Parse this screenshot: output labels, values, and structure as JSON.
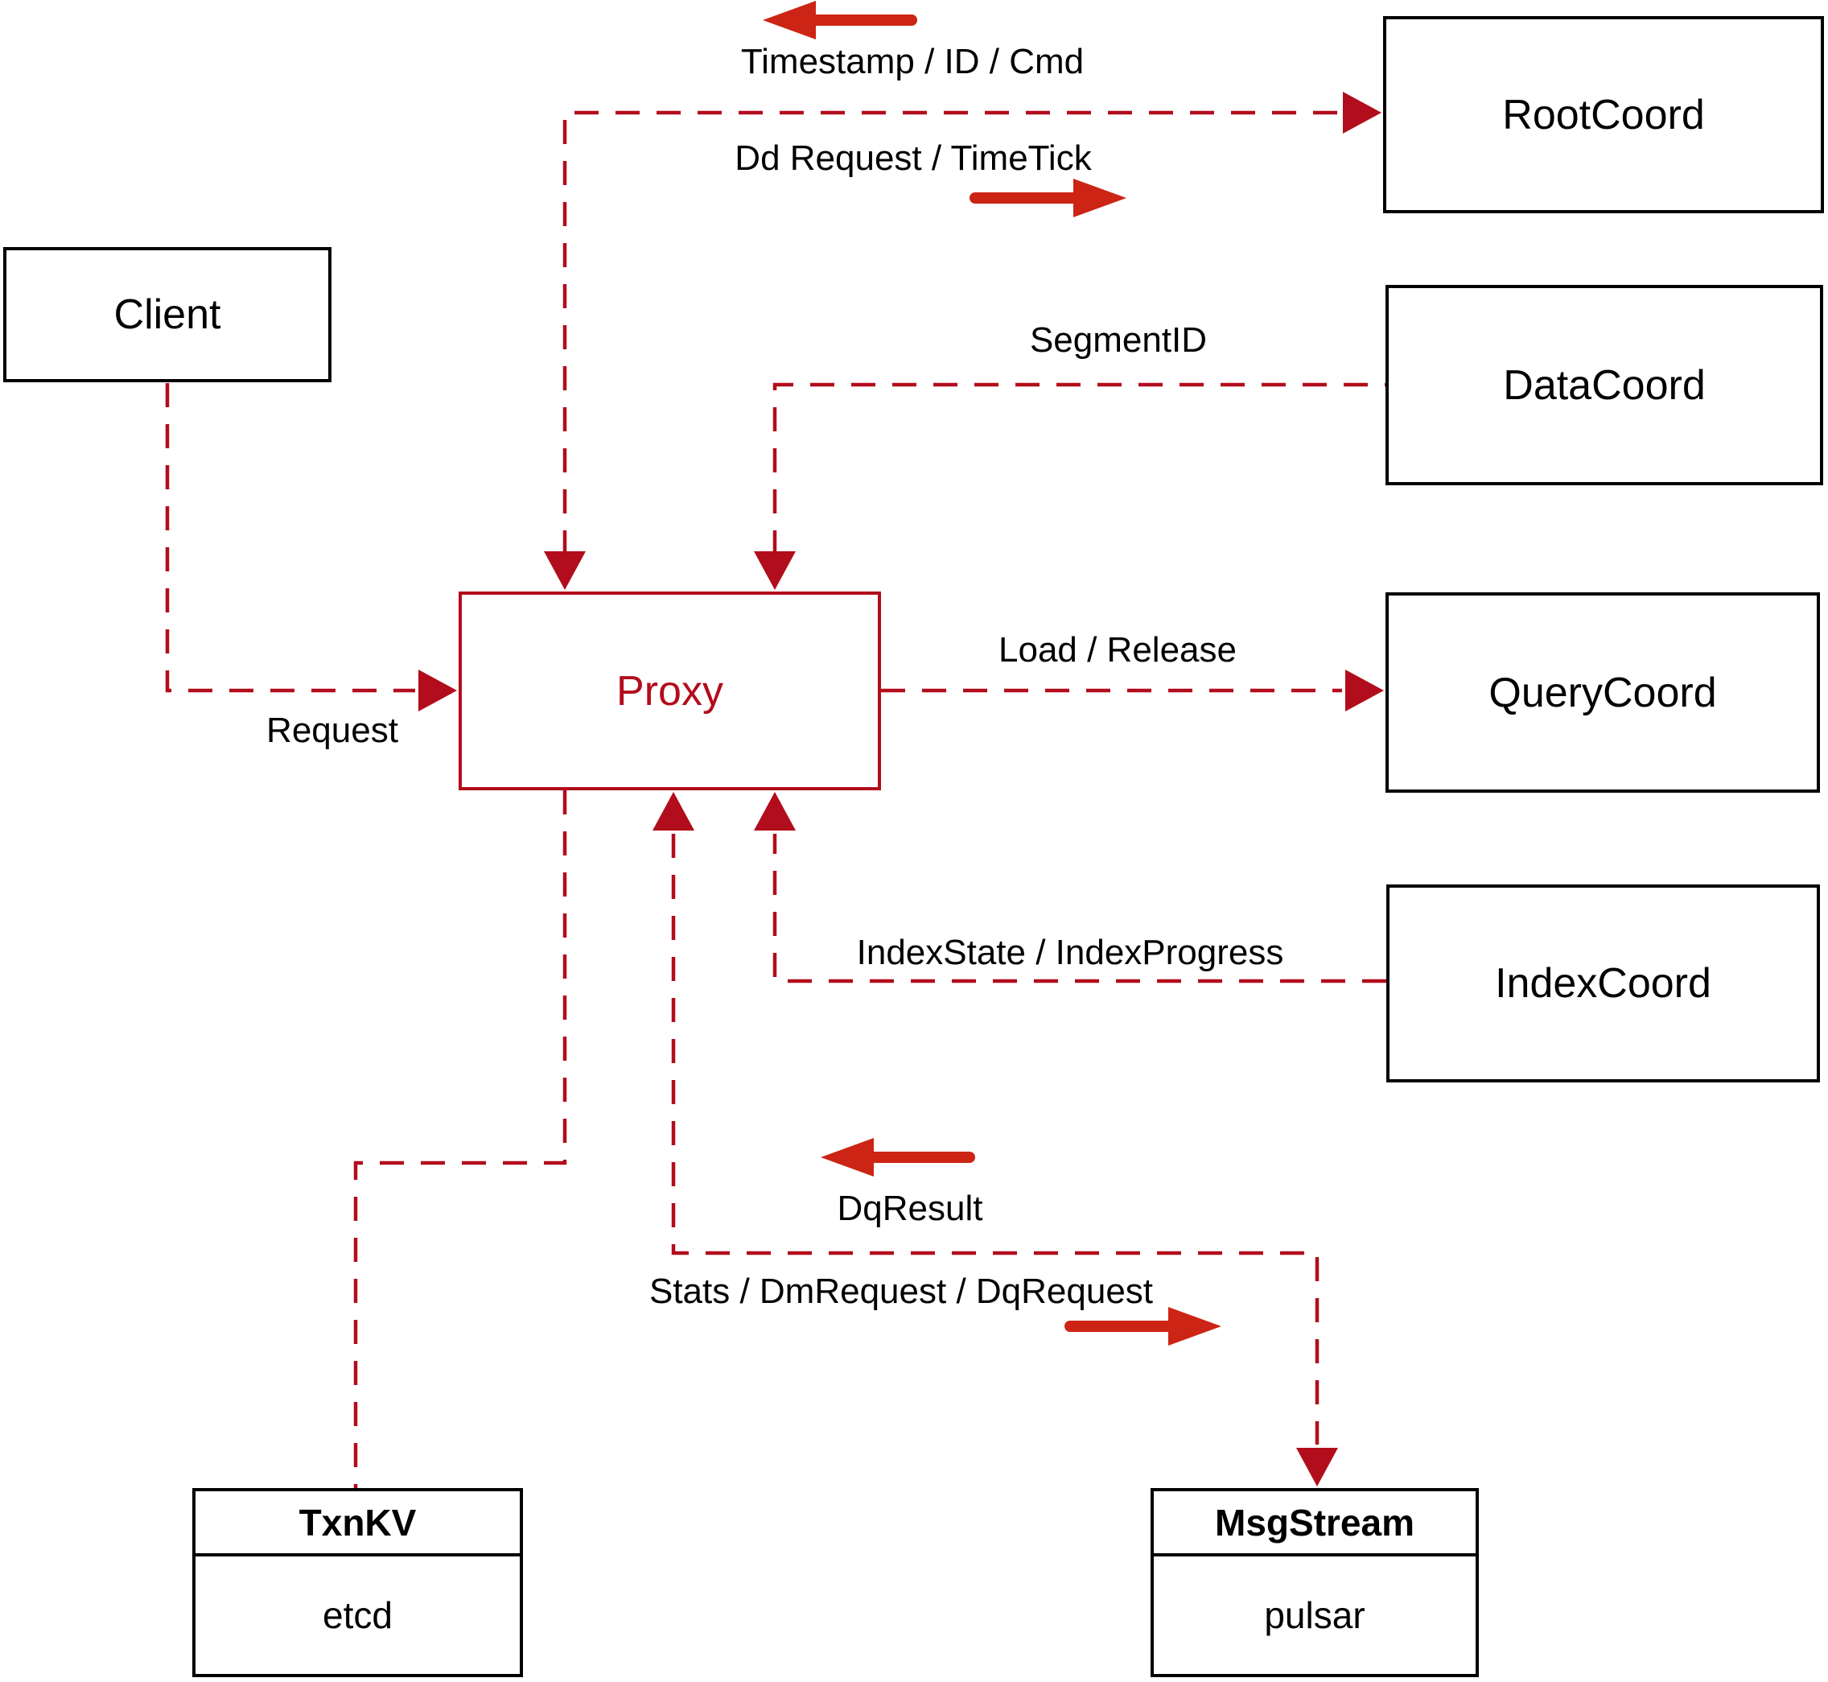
{
  "colors": {
    "background": "#ffffff",
    "box_border": "#000000",
    "box_text": "#000000",
    "connector_red": "#b20d1c",
    "proxy_red": "#b20d1c",
    "arrow_red": "#cc2415"
  },
  "nodes": {
    "client": {
      "label": "Client"
    },
    "proxy": {
      "label": "Proxy"
    },
    "root_coord": {
      "label": "RootCoord"
    },
    "data_coord": {
      "label": "DataCoord"
    },
    "query_coord": {
      "label": "QueryCoord"
    },
    "index_coord": {
      "label": "IndexCoord"
    },
    "txn_kv": {
      "title": "TxnKV",
      "subtitle": "etcd"
    },
    "msg_stream": {
      "title": "MsgStream",
      "subtitle": "pulsar"
    }
  },
  "edge_labels": {
    "timestamp_id_cmd": "Timestamp / ID / Cmd",
    "dd_request_timetick": "Dd Request / TimeTick",
    "segment_id": "SegmentID",
    "load_release": "Load / Release",
    "index_state_progress": "IndexState / IndexProgress",
    "request": "Request",
    "dq_result": "DqResult",
    "stats_dm_dq": "Stats / DmRequest / DqRequest"
  }
}
